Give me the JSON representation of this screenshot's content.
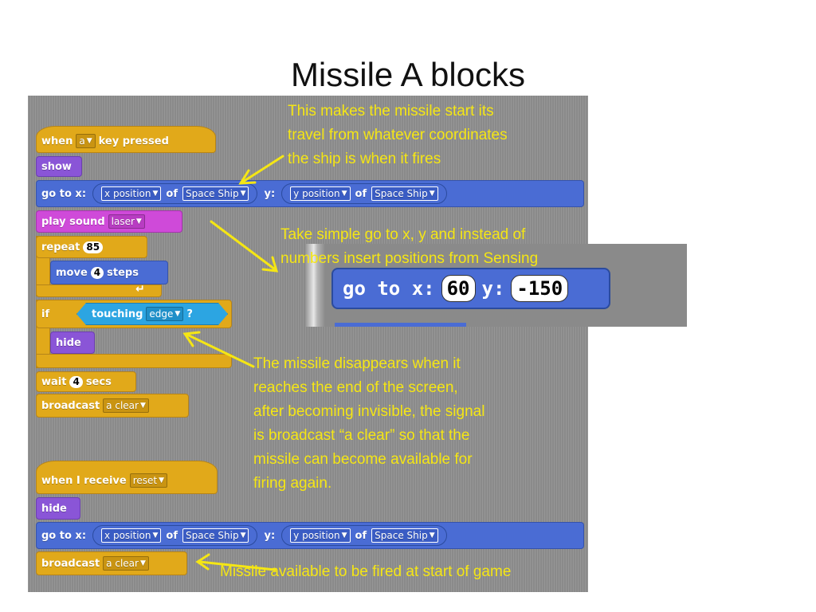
{
  "title": "Missile A blocks",
  "script1": {
    "when_label": "when",
    "key_value": "a",
    "key_pressed_label": "key pressed",
    "show_label": "show",
    "goto_label": "go to x:",
    "x_reporter": "x position",
    "of_label": "of",
    "sprite": "Space Ship",
    "y_label": "y:",
    "y_reporter": "y position",
    "play_sound_label": "play sound",
    "sound_value": "laser",
    "repeat_label": "repeat",
    "repeat_count": "85",
    "move_label": "move",
    "move_count": "4",
    "steps_label": "steps",
    "if_label": "if",
    "touching_label": "touching",
    "touching_value": "edge",
    "question_mark": "?",
    "hide_label": "hide",
    "wait_label": "wait",
    "wait_count": "4",
    "secs_label": "secs",
    "broadcast_label": "broadcast",
    "broadcast_value": "a clear"
  },
  "script2": {
    "when_receive_label": "when I receive",
    "receive_value": "reset",
    "hide_label": "hide",
    "goto_label": "go to x:",
    "x_reporter": "x position",
    "of_label": "of",
    "sprite": "Space Ship",
    "y_label": "y:",
    "y_reporter": "y position",
    "broadcast_label": "broadcast",
    "broadcast_value": "a clear"
  },
  "inset": {
    "goto_label": "go to x:",
    "x_value": "60",
    "y_label": "y:",
    "y_value": "-150"
  },
  "annotations": {
    "a1": [
      "This makes the missile start its",
      "travel from whatever coordinates",
      "the ship is when it fires"
    ],
    "a2": [
      "Take simple go to x, y and instead of",
      "numbers insert positions from Sensing"
    ],
    "a3": [
      "The missile disappears when it",
      "reaches the end of the screen,",
      "after becoming invisible, the signal",
      "is broadcast “a clear” so that the",
      "missile can become available for",
      "firing again."
    ],
    "a4": "Missile available to be fired at start of game"
  },
  "colors": {
    "annotation": "#f5e614",
    "control": "#e1a91a",
    "looks": "#8a55d7",
    "motion": "#4a6cd4",
    "sound": "#cf4ad9",
    "sensing": "#2ca5e2",
    "canvas": "#8a8a8a"
  }
}
